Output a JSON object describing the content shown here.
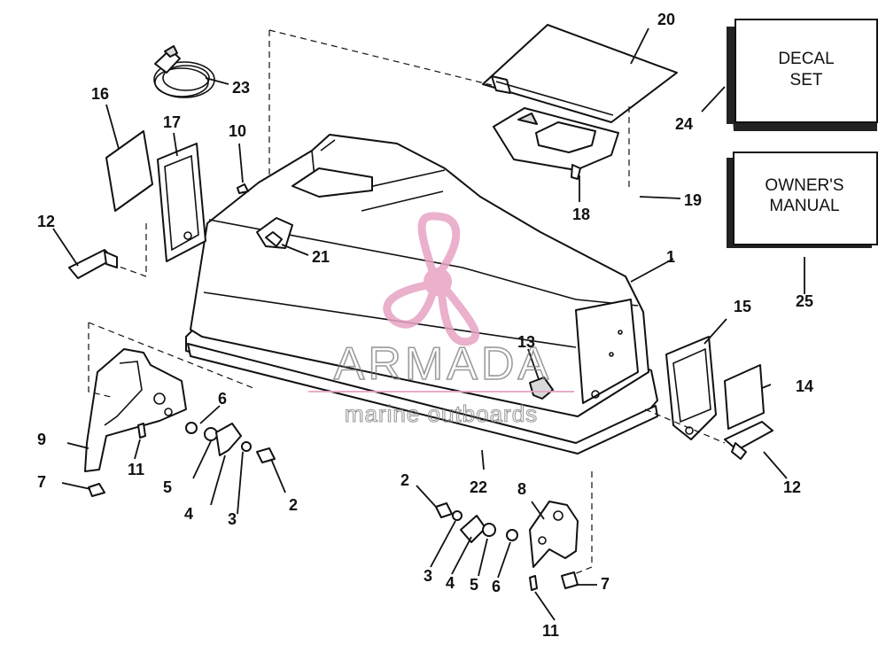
{
  "parts": {
    "p1": "1",
    "p2a": "2",
    "p2b": "2",
    "p3a": "3",
    "p3b": "3",
    "p4a": "4",
    "p4b": "4",
    "p5a": "5",
    "p5b": "5",
    "p6a": "6",
    "p6b": "6",
    "p7a": "7",
    "p7b": "7",
    "p8": "8",
    "p9": "9",
    "p10": "10",
    "p11a": "11",
    "p11b": "11",
    "p12a": "12",
    "p12b": "12",
    "p13": "13",
    "p14": "14",
    "p15": "15",
    "p16": "16",
    "p17": "17",
    "p18": "18",
    "p19": "19",
    "p20": "20",
    "p21": "21",
    "p22": "22",
    "p23": "23",
    "p24": "24",
    "p25": "25"
  },
  "boxes": {
    "decal_line1": "DECAL",
    "decal_line2": "SET",
    "manual_line1": "OWNER'S",
    "manual_line2": "MANUAL"
  },
  "watermark": {
    "brand": "ARMADA",
    "tagline": "marine outboards",
    "logo_color": "#e7a3c4"
  },
  "colors": {
    "ink": "#111111",
    "box_shadow": "#222222"
  }
}
